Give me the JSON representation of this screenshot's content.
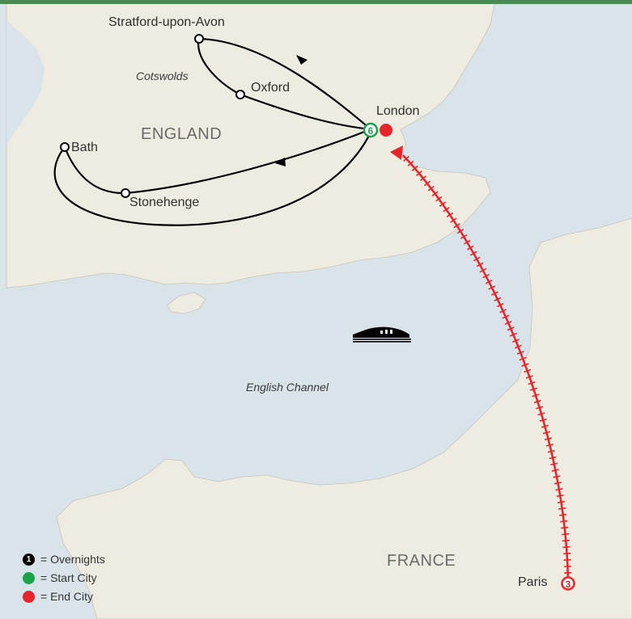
{
  "regions": {
    "england": "ENGLAND",
    "france": "FRANCE",
    "cotswolds": "Cotswolds",
    "channel": "English Channel"
  },
  "cities": {
    "stratford": "Stratford-upon-Avon",
    "oxford": "Oxford",
    "london": "London",
    "bath": "Bath",
    "stonehenge": "Stonehenge",
    "paris": "Paris"
  },
  "markers": {
    "london_nights": "6",
    "paris_nights": "3"
  },
  "legend": {
    "overnights_label": "= Overnights",
    "overnights_symbol": "1",
    "start_label": "= Start City",
    "end_label": "= End City"
  },
  "colors": {
    "water": "#d9e4ea",
    "land": "#eeebe1",
    "header_bar": "#4a8a52",
    "start_city": "#1aa34a",
    "end_city": "#e8242b",
    "rail": "#e8242b",
    "route": "#000000"
  }
}
